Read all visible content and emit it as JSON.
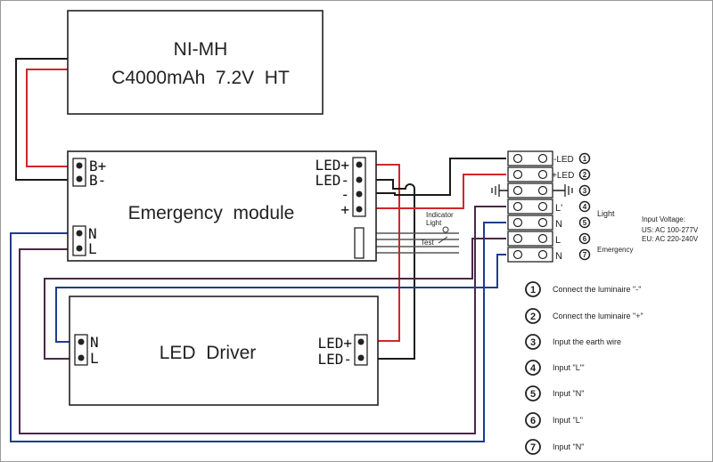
{
  "battery": {
    "line1": "NI-MH",
    "line2": "C4000mAh  7.2V  HT"
  },
  "emergency_module": {
    "title": "Emergency  module",
    "pin_b_plus": "B+",
    "pin_b_minus": "B-",
    "pin_led_plus": "LED+",
    "pin_led_minus": "LED-",
    "pin_minus": "-",
    "pin_plus": "+",
    "pin_n": "N",
    "pin_l": "L"
  },
  "led_driver": {
    "title": "LED  Driver",
    "pin_n": "N",
    "pin_l": "L",
    "pin_led_plus": "LED+",
    "pin_led_minus": "LED-"
  },
  "indicator": {
    "label_line1": "Indicator",
    "label_line2": "Light",
    "test_label": "Test"
  },
  "terminal": {
    "labels": [
      "-LED",
      "+LED",
      "",
      "L'",
      "N",
      "L",
      "N"
    ],
    "numbers": [
      "1",
      "2",
      "3",
      "4",
      "5",
      "6",
      "7"
    ],
    "group_light": "Light",
    "group_emergency": "Emergency"
  },
  "input_voltage": {
    "title": "Input Voltage:",
    "us": "US: AC 100-277V",
    "eu": "EU: AC 220-240V"
  },
  "legend": [
    {
      "num": "1",
      "text": "Connect the luminaire \"-\""
    },
    {
      "num": "2",
      "text": "Connect the luminaire \"+\""
    },
    {
      "num": "3",
      "text": "Input the earth wire"
    },
    {
      "num": "4",
      "text": "Input \"L'\""
    },
    {
      "num": "5",
      "text": "Input \"N\""
    },
    {
      "num": "6",
      "text": "Input \"L\""
    },
    {
      "num": "7",
      "text": "Input \"N\""
    }
  ],
  "colors": {
    "red": "#d0262c",
    "blue": "#1f3c8f",
    "purple": "#4a2848",
    "black": "#1a1a1a"
  }
}
